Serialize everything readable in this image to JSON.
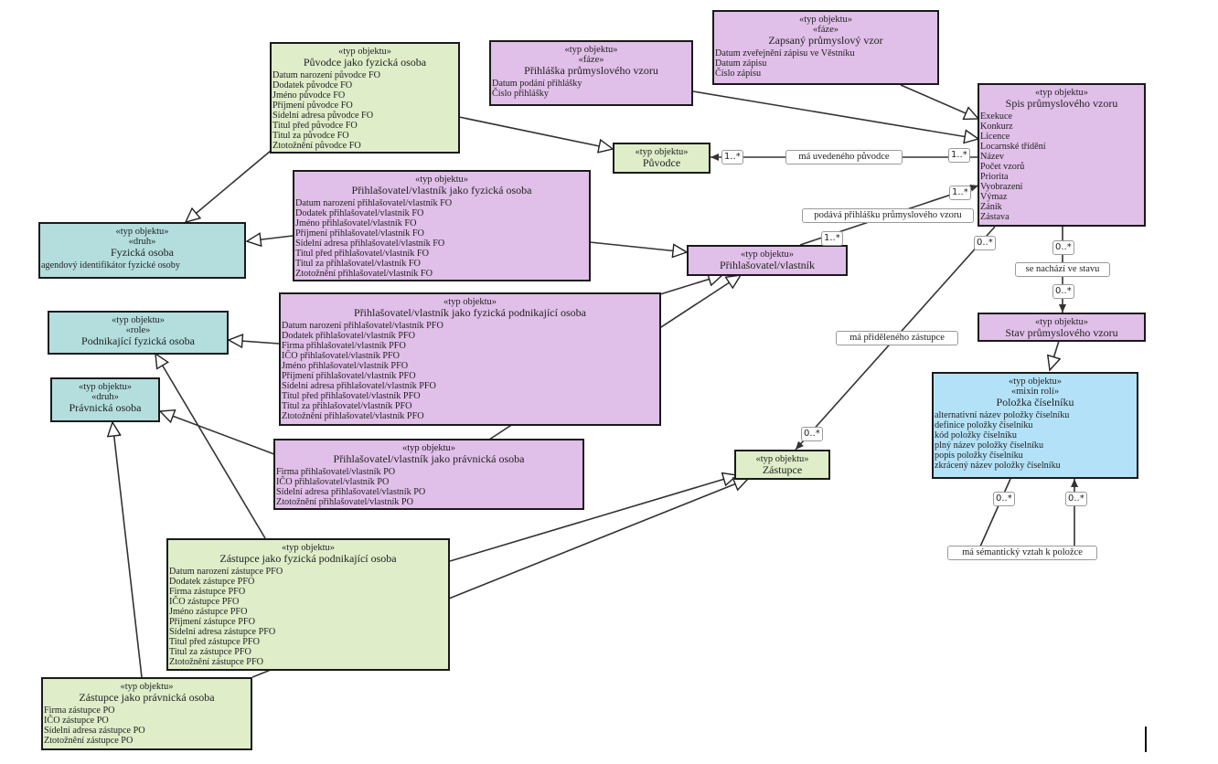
{
  "diagram": {
    "nodes": {
      "puvodce_fo": {
        "stereotypes": [
          "«typ objektu»"
        ],
        "name": "Původce jako fyzická osoba",
        "attributes": [
          "Datum narození původce FO",
          "Dodatek původce FO",
          "Jméno původce FO",
          "Příjmení původce FO",
          "Sídelní adresa původce FO",
          "Titul před původce FO",
          "Titul za původce FO",
          "Ztotožnění původce FO"
        ]
      },
      "prihlaska": {
        "stereotypes": [
          "«typ objektu»",
          "«fáze»"
        ],
        "name": "Přihláška průmyslového vzoru",
        "attributes": [
          "Datum podání přihlášky",
          "Číslo přihlášky"
        ]
      },
      "zapsany_vzor": {
        "stereotypes": [
          "«typ objektu»",
          "«fáze»"
        ],
        "name": "Zapsaný průmyslový vzor",
        "attributes": [
          "Datum zveřejnění zápisu ve Věstníku",
          "Datum zápisu",
          "Číslo zápisu"
        ]
      },
      "spis": {
        "stereotypes": [
          "«typ objektu»"
        ],
        "name": "Spis průmyslového vzoru",
        "attributes": [
          "Exekuce",
          "Konkurz",
          "Licence",
          "Locarnské třídění",
          "Název",
          "Počet vzorů",
          "Priorita",
          "Vyobrazení",
          "Výmaz",
          "Zánik",
          "Zástava"
        ]
      },
      "puvodce": {
        "stereotypes": [
          "«typ objektu»"
        ],
        "name": "Původce",
        "attributes": []
      },
      "fyzicka_osoba": {
        "stereotypes": [
          "«typ objektu»",
          "«druh»"
        ],
        "name": "Fyzická osoba",
        "attributes": [
          "agendový identifikátor fyzické osoby"
        ]
      },
      "prihlasovatel_fo": {
        "stereotypes": [
          "«typ objektu»"
        ],
        "name": "Přihlašovatel/vlastník jako fyzická osoba",
        "attributes": [
          "Datum narození přihlašovatel/vlastník FO",
          "Dodatek přihlašovatel/vlastník FO",
          "Jméno přihlašovatel/vlastník FO",
          "Příjmení přihlašovatel/vlastník FO",
          "Sídelní adresa přihlašovatel/vlastník FO",
          "Titul před přihlašovatel/vlastník FO",
          "Titul za přihlašovatel/vlastník FO",
          "Ztotožnění přihlašovatel/vlastník FO"
        ]
      },
      "prihlasovatel": {
        "stereotypes": [
          "«typ objektu»"
        ],
        "name": "Přihlašovatel/vlastník",
        "attributes": []
      },
      "podnikajici_fo": {
        "stereotypes": [
          "«typ objektu»",
          "«role»"
        ],
        "name": "Podnikající fyzická osoba",
        "attributes": []
      },
      "prihlasovatel_pfo": {
        "stereotypes": [
          "«typ objektu»"
        ],
        "name": "Přihlašovatel/vlastník jako fyzická podnikající osoba",
        "attributes": [
          "Datum narození přihlašovatel/vlastník PFO",
          "Dodatek přihlašovatel/vlastník PFO",
          "Firma přihlašovatel/vlastník PFO",
          "IČO přihlašovatel/vlastník PFO",
          "Jméno přihlašovatel/vlastník PFO",
          "Příjmení přihlašovatel/vlastník PFO",
          "Sídelní adresa přihlašovatel/vlastník PFO",
          "Titul před přihlašovatel/vlastník PFO",
          "Titul za přihlašovatel/vlastník PFO",
          "Ztotožnění přihlašovatel/vlastník PFO"
        ]
      },
      "pravnicka_osoba": {
        "stereotypes": [
          "«typ objektu»",
          "«druh»"
        ],
        "name": "Právnická osoba",
        "attributes": []
      },
      "prihlasovatel_po": {
        "stereotypes": [
          "«typ objektu»"
        ],
        "name": "Přihlašovatel/vlastník jako právnická osoba",
        "attributes": [
          "Firma přihlašovatel/vlastník PO",
          "IČO přihlašovatel/vlastník PO",
          "Sídelní adresa přihlašovatel/vlastník PO",
          "Ztotožnění přihlašovatel/vlastník PO"
        ]
      },
      "stav": {
        "stereotypes": [
          "«typ objektu»"
        ],
        "name": "Stav průmyslového vzoru",
        "attributes": []
      },
      "polozka": {
        "stereotypes": [
          "«typ objektu»",
          "«mixin rolí»"
        ],
        "name": "Položka číselníku",
        "attributes": [
          "alternativní název položky číselníku",
          "definice položky číselníku",
          "kód položky číselníku",
          "plný název položky číselníku",
          "popis položky číselníku",
          "zkrácený název položky číselníku"
        ]
      },
      "zastupce": {
        "stereotypes": [
          "«typ objektu»"
        ],
        "name": "Zástupce",
        "attributes": []
      },
      "zastupce_pfo": {
        "stereotypes": [
          "«typ objektu»"
        ],
        "name": "Zástupce jako fyzická podnikající osoba",
        "attributes": [
          "Datum narození zástupce PFO",
          "Dodatek zástupce PFO",
          "Firma zástupce PFO",
          "IČO zástupce PFO",
          "Jméno zástupce PFO",
          "Příjmení zástupce PFO",
          "Sídelní adresa zástupce PFO",
          "Titul před zástupce PFO",
          "Titul za zástupce PFO",
          "Ztotožnění zástupce PFO"
        ]
      },
      "zastupce_po": {
        "stereotypes": [
          "«typ objektu»"
        ],
        "name": "Zástupce jako právnická osoba",
        "attributes": [
          "Firma zástupce PO",
          "IČO zástupce PO",
          "Sídelní adresa zástupce PO",
          "Ztotožnění zástupce PO"
        ]
      }
    },
    "associations": {
      "ma_uvedeneho_puvodce": {
        "label": "má uvedeného původce",
        "source_mult": "1..*",
        "target_mult": "1..*"
      },
      "podava_prihlasku": {
        "label": "podává přihlášku průmyslového vzoru",
        "source_mult": "1..*",
        "target_mult": "1..*"
      },
      "se_nachazi_ve_stavu": {
        "label": "se nachází ve stavu",
        "source_mult": "0..*",
        "target_mult": "0..*"
      },
      "ma_prideleneho_zastupce": {
        "label": "má přiděleného zástupce",
        "source_mult": "0..*",
        "target_mult": "0..*"
      },
      "ma_semanticky_vztah": {
        "label": "má sémantický vztah k položce",
        "source_mult": "0..*",
        "target_mult": "0..*"
      }
    },
    "colors": {
      "green": "#dfedc9",
      "purple": "#e0bfe8",
      "teal": "#b3dedd",
      "blue": "#b3e2f8",
      "border": "#1a1a1a"
    }
  }
}
